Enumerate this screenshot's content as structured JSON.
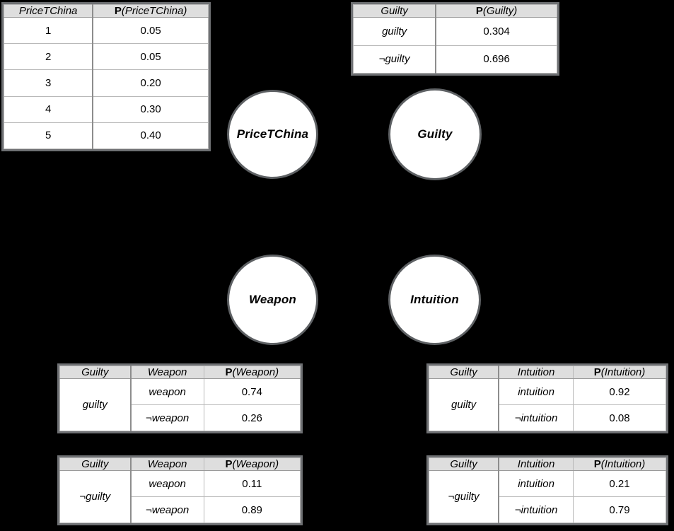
{
  "diagram": {
    "background_color": "#000000",
    "node_fill": "#ffffff",
    "node_border": "#5e6164",
    "table_border": "#6e7073",
    "table_header_fill": "#dedede",
    "nodes": [
      {
        "id": "pricetchina",
        "label": "PriceTChina"
      },
      {
        "id": "guilty",
        "label": "Guilty"
      },
      {
        "id": "weapon",
        "label": "Weapon"
      },
      {
        "id": "intuition",
        "label": "Intuition"
      }
    ]
  },
  "tables": {
    "pricetchina": {
      "headers": {
        "var": "PriceTChina",
        "prob_p": "P",
        "prob_arg": "(PriceTChina)"
      },
      "rows": [
        {
          "state": "1",
          "prob": "0.05"
        },
        {
          "state": "2",
          "prob": "0.05"
        },
        {
          "state": "3",
          "prob": "0.20"
        },
        {
          "state": "4",
          "prob": "0.30"
        },
        {
          "state": "5",
          "prob": "0.40"
        }
      ]
    },
    "guilty": {
      "headers": {
        "var": "Guilty",
        "prob_p": "P",
        "prob_arg": "(Guilty)"
      },
      "rows": [
        {
          "state": "guilty",
          "prob": "0.304"
        },
        {
          "state": "¬guilty",
          "prob": "0.696"
        }
      ]
    },
    "weapon_guilty": {
      "headers": {
        "parent": "Guilty",
        "var": "Weapon",
        "prob_p": "P",
        "prob_arg": "(Weapon)"
      },
      "parent_state": "guilty",
      "rows": [
        {
          "state": "weapon",
          "prob": "0.74"
        },
        {
          "state": "¬weapon",
          "prob": "0.26"
        }
      ]
    },
    "weapon_not_guilty": {
      "headers": {
        "parent": "Guilty",
        "var": "Weapon",
        "prob_p": "P",
        "prob_arg": "(Weapon)"
      },
      "parent_state": "¬guilty",
      "rows": [
        {
          "state": "weapon",
          "prob": "0.11"
        },
        {
          "state": "¬weapon",
          "prob": "0.89"
        }
      ]
    },
    "intuition_guilty": {
      "headers": {
        "parent": "Guilty",
        "var": "Intuition",
        "prob_p": "P",
        "prob_arg": "(Intuition)"
      },
      "parent_state": "guilty",
      "rows": [
        {
          "state": "intuition",
          "prob": "0.92"
        },
        {
          "state": "¬intuition",
          "prob": "0.08"
        }
      ]
    },
    "intuition_not_guilty": {
      "headers": {
        "parent": "Guilty",
        "var": "Intuition",
        "prob_p": "P",
        "prob_arg": "(Intuition)"
      },
      "parent_state": "¬guilty",
      "rows": [
        {
          "state": "intuition",
          "prob": "0.21"
        },
        {
          "state": "¬intuition",
          "prob": "0.79"
        }
      ]
    }
  }
}
